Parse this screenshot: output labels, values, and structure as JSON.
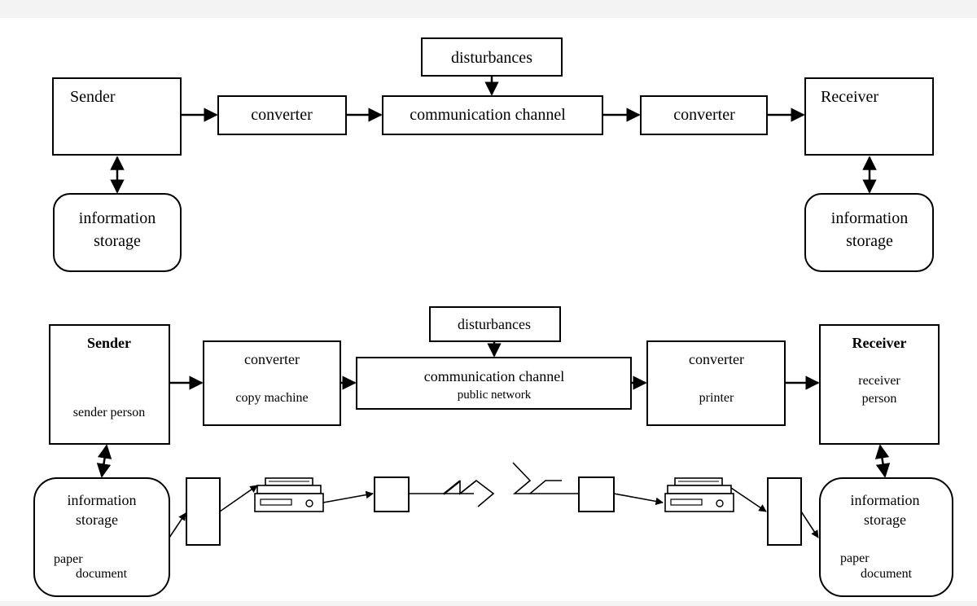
{
  "top": {
    "sender": "Sender",
    "converter_left": "converter",
    "channel": "communication channel",
    "converter_right": "converter",
    "receiver": "Receiver",
    "disturbances": "disturbances",
    "storage_left": [
      "information",
      "storage"
    ],
    "storage_right": [
      "information",
      "storage"
    ]
  },
  "bottom": {
    "sender": "Sender",
    "sender_sub": "sender person",
    "converter_left": "converter",
    "converter_left_sub": "copy machine",
    "channel": "communication channel",
    "channel_sub": "public network",
    "disturbances": "disturbances",
    "converter_right": "converter",
    "converter_right_sub": "printer",
    "receiver": "Receiver",
    "receiver_sub": [
      "receiver",
      "person"
    ],
    "storage_left": [
      "information",
      "storage"
    ],
    "storage_left_doc": [
      "paper",
      "document"
    ],
    "storage_right": [
      "information",
      "storage"
    ],
    "storage_right_doc": [
      "paper",
      "document"
    ]
  },
  "icons": [
    "copy-machine-icon",
    "printer-icon",
    "lightning-signal-icon"
  ]
}
